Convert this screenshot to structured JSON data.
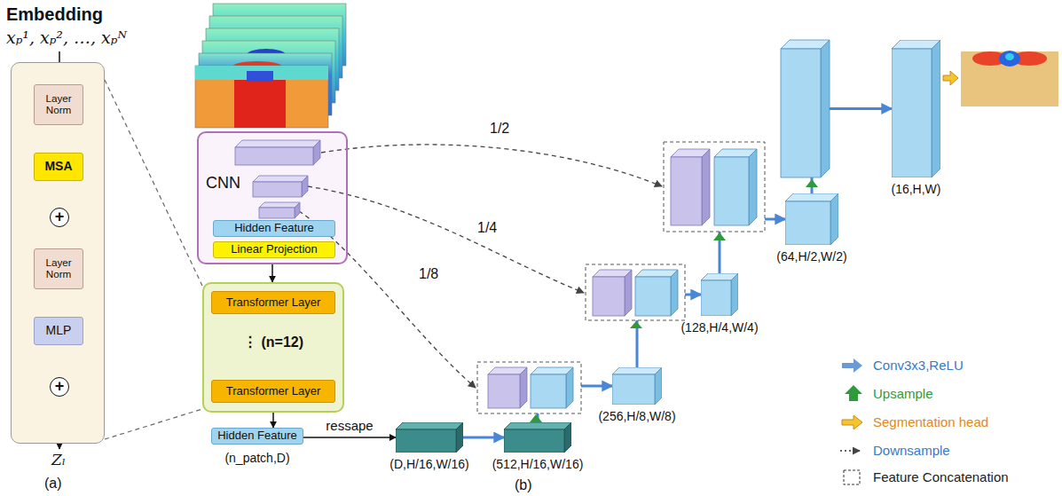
{
  "diagram": {
    "nodes": [
      {
        "text": [
          "Embedding",
          "xₚ¹, xₚ², …, xₚᴺ"
        ]
      },
      {
        "text": [
          "Layer Norm"
        ],
        "in": 0
      },
      {
        "text": [
          "MSA"
        ],
        "in": 0
      },
      {
        "text": [
          "+"
        ],
        "in": 0
      },
      {
        "text": [
          "Layer Norm"
        ],
        "in": 0
      },
      {
        "text": [
          "MLP"
        ],
        "in": 0
      },
      {
        "text": [
          "+"
        ],
        "in": 0
      },
      {
        "text": [
          "CNN"
        ]
      },
      {
        "text": [
          "Hidden Feature"
        ],
        "in": 7
      },
      {
        "text": [
          "Linear Projection"
        ],
        "in": 7
      },
      {
        "text": [
          "⋮ (n=12)"
        ]
      },
      {
        "text": [
          "Transformer Layer"
        ],
        "in": 10
      },
      {
        "text": [
          "Transformer Layer"
        ],
        "in": 10
      },
      {
        "text": [
          "Hidden Feature",
          "(n_patch,D)"
        ]
      },
      {
        "text": [
          "(D,H/16,W/16)"
        ]
      },
      {
        "text": [
          "(512,H/16,W/16)"
        ]
      },
      {
        "text": [
          "(256,H/8,W/8)"
        ]
      },
      {
        "text": [
          "(128,H/4,W/4)"
        ]
      },
      {
        "text": [
          "(64,H/2,W/2)"
        ]
      },
      {
        "text": [
          "(16,H,W)"
        ]
      }
    ],
    "edges": [
      {
        "from": 1,
        "to": 2,
        "arrow": "to"
      },
      {
        "from": 2,
        "to": 3,
        "arrow": "to"
      },
      {
        "from": 3,
        "to": 4,
        "arrow": "to"
      },
      {
        "from": 4,
        "to": 5,
        "arrow": "to"
      },
      {
        "from": 5,
        "to": 6,
        "arrow": "to"
      },
      {
        "from": 3,
        "to": 6,
        "arrow": "to"
      },
      {
        "from": 0,
        "to": 10,
        "arrow": "none"
      },
      {
        "from": 0,
        "to": 10,
        "arrow": "none"
      },
      {
        "from": 7,
        "to": 10,
        "arrow": "to"
      },
      {
        "from": 10,
        "to": 13,
        "arrow": "to"
      },
      {
        "from": 13,
        "to": 14,
        "label": "ressape",
        "arrow": "to"
      },
      {
        "from": 14,
        "to": 15,
        "arrow": "to"
      },
      {
        "from": 15,
        "to": 16,
        "arrow": "to"
      },
      {
        "from": 16,
        "to": 17,
        "arrow": "to"
      },
      {
        "from": 17,
        "to": 18,
        "arrow": "to"
      },
      {
        "from": 18,
        "to": 19,
        "arrow": "to"
      }
    ],
    "labels": [
      "Zₗ",
      "(a)",
      "(b)",
      "1/2",
      "1/4",
      "1/8"
    ],
    "legend": [
      {
        "text": "Conv3x3,ReLU"
      },
      {
        "text": "Upsample"
      },
      {
        "text": "Segmentation head"
      },
      {
        "text": "Downsample"
      },
      {
        "text": "Feature Concatenation"
      }
    ]
  }
}
